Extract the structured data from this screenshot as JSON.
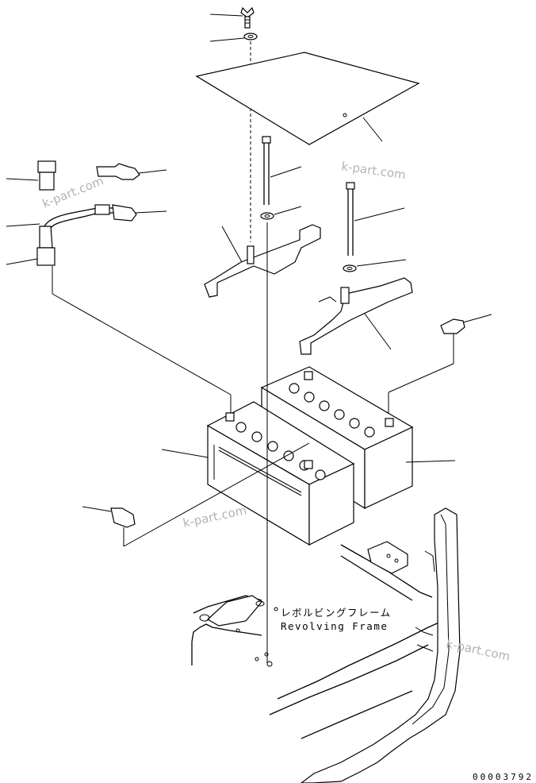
{
  "frame_label": {
    "japanese": "レボルビングフレーム",
    "english": "Revolving Frame"
  },
  "watermark": "k-part.com",
  "image_id": "00003792"
}
